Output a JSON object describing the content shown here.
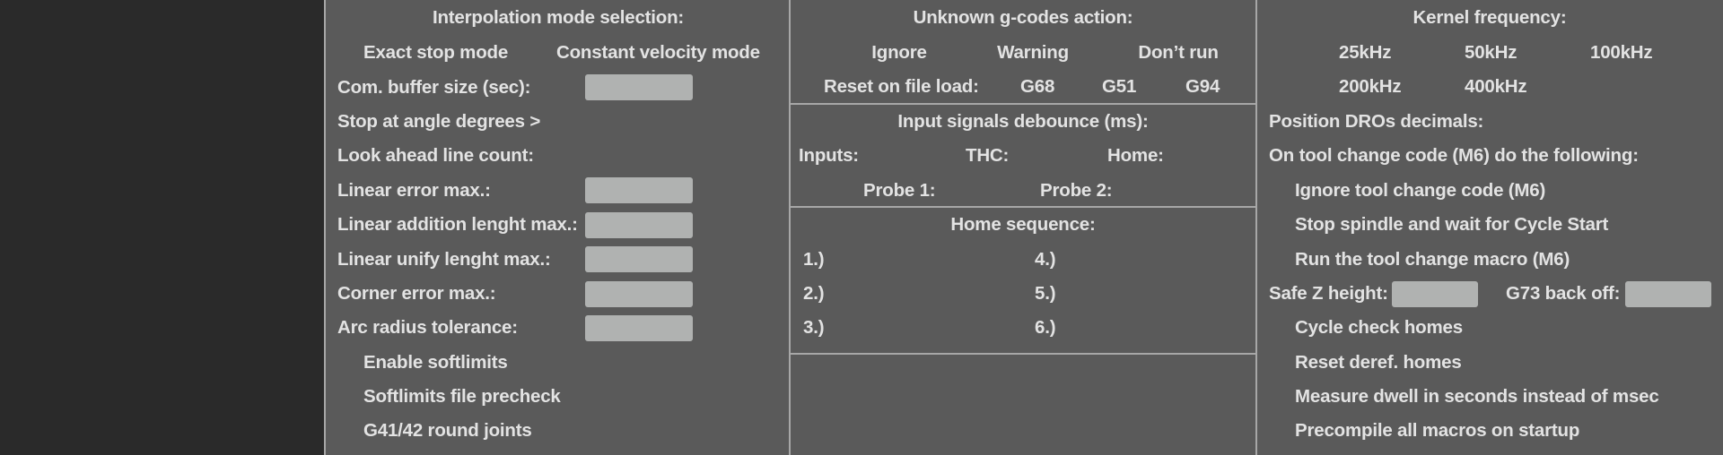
{
  "interpolation": {
    "title": "Interpolation mode selection:",
    "exact_stop": "Exact stop mode",
    "constant_velocity": "Constant velocity mode",
    "com_buffer": "Com. buffer size (sec):",
    "stop_angle": "Stop at angle degrees >",
    "look_ahead": "Look ahead line count:",
    "linear_error": "Linear error max.:",
    "linear_addition": "Linear addition lenght max.:",
    "linear_unify": "Linear unify lenght max.:",
    "corner_error": "Corner error max.:",
    "arc_radius": "Arc radius tolerance:",
    "enable_softlimits": "Enable softlimits",
    "softlimits_precheck": "Softlimits file precheck",
    "g41_round": "G41/42 round joints"
  },
  "gcodes": {
    "title": "Unknown g-codes action:",
    "ignore": "Ignore",
    "warning": "Warning",
    "dont_run": "Don’t run",
    "reset_on_load": "Reset on file load:",
    "g68": "G68",
    "g51": "G51",
    "g94": "G94"
  },
  "debounce": {
    "title": "Input signals debounce (ms):",
    "inputs": "Inputs:",
    "thc": "THC:",
    "home": "Home:",
    "probe1": "Probe 1:",
    "probe2": "Probe 2:"
  },
  "home_sequence": {
    "title": "Home sequence:",
    "steps": [
      "1.)",
      "2.)",
      "3.)",
      "4.)",
      "5.)",
      "6.)"
    ]
  },
  "kernel": {
    "title": "Kernel frequency:",
    "f25": "25kHz",
    "f50": "50kHz",
    "f100": "100kHz",
    "f200": "200kHz",
    "f400": "400kHz"
  },
  "misc": {
    "position_dro": "Position DROs decimals:",
    "tool_change_title": "On tool change code (M6) do the following:",
    "ignore_tool_change": "Ignore tool change code (M6)",
    "stop_spindle": "Stop spindle and wait for Cycle Start",
    "run_macro": "Run the tool change macro (M6)",
    "safe_z": "Safe Z height:",
    "g73_back": "G73 back off:",
    "cycle_check": "Cycle check homes",
    "reset_deref": "Reset deref. homes",
    "measure_dwell": "Measure dwell in seconds instead of msec",
    "precompile": "Precompile all macros on startup"
  },
  "colors": {
    "panel_bg": "#5a5a5a",
    "left_strip": "#2a2a2a",
    "text": "#e3e3e3",
    "field": "#b0b2b1",
    "divider": "#a7a7a7"
  }
}
